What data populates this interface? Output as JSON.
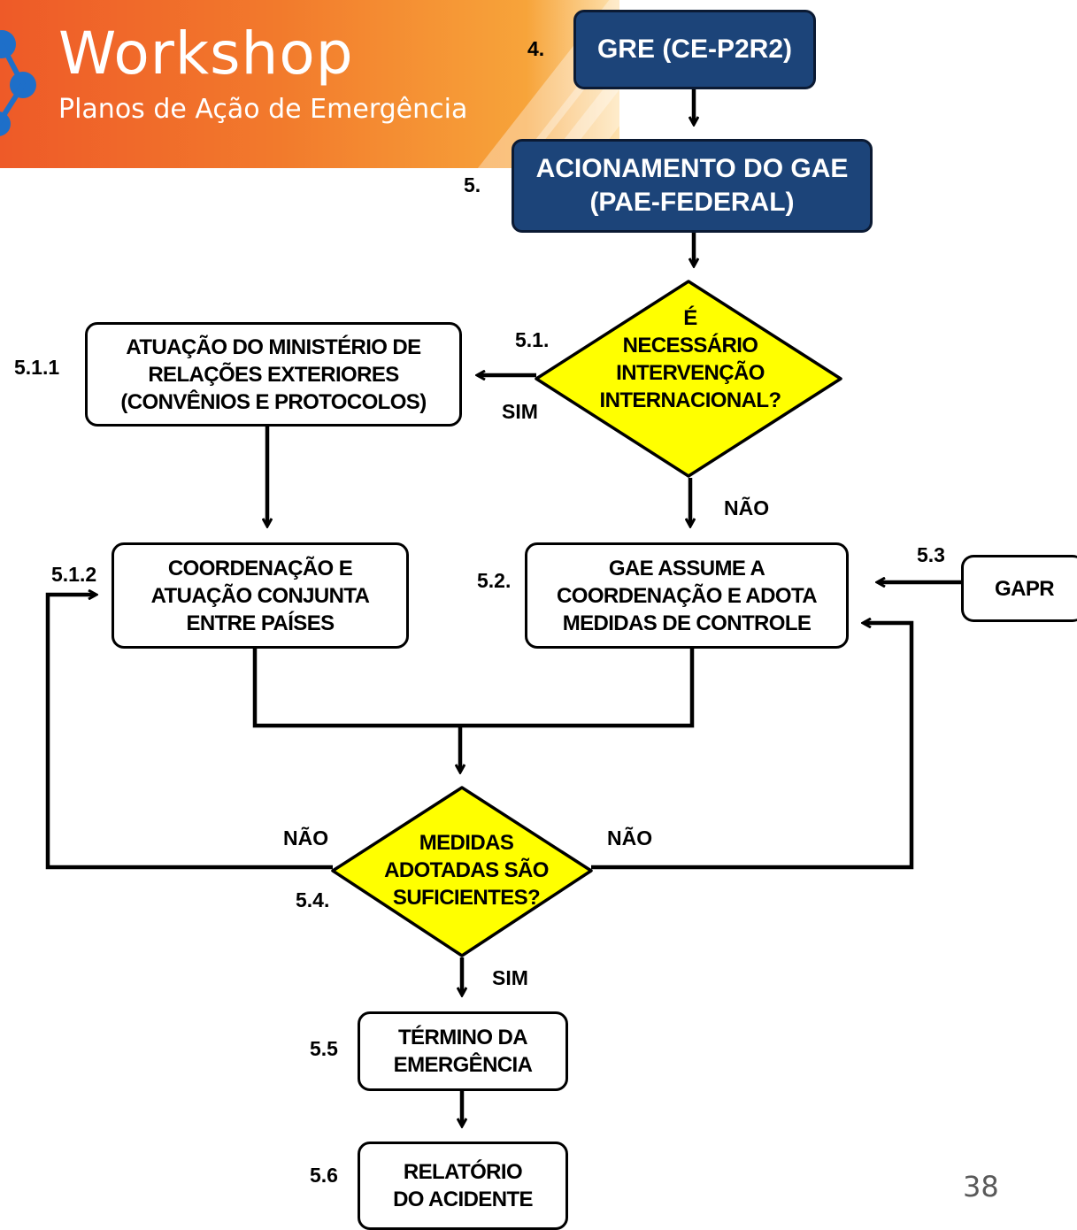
{
  "banner": {
    "title": "Workshop",
    "subtitle": "Planos de Ação de Emergência",
    "colors": {
      "start": "#ee5a28",
      "end": "#f7a43a"
    }
  },
  "nodes": {
    "gre": {
      "number": "4.",
      "text": "GRE (CE-P2R2)"
    },
    "acionamento": {
      "number": "5.",
      "text": "ACIONAMENTO DO GAE\n(PAE-FEDERAL)"
    },
    "decisao_internacional": {
      "number": "5.1.",
      "text": "É\nNECESSÁRIO\nINTERVENÇÃO\nINTERNACIONAL?"
    },
    "ministerio": {
      "number": "5.1.1",
      "text": "ATUAÇÃO DO MINISTÉRIO DE\nRELAÇÕES EXTERIORES\n(CONVÊNIOS E PROTOCOLOS)"
    },
    "coordenacao_paises": {
      "number": "5.1.2",
      "text": "COORDENAÇÃO E\nATUAÇÃO CONJUNTA\nENTRE PAÍSES"
    },
    "gae_assume": {
      "number": "5.2.",
      "text": "GAE ASSUME A\nCOORDENAÇÃO E  ADOTA\nMEDIDAS DE CONTROLE"
    },
    "gapr": {
      "number": "5.3",
      "text": "GAPR"
    },
    "decisao_medidas": {
      "number": "5.4.",
      "text": "MEDIDAS\nADOTADAS SÃO\nSUFICIENTES?"
    },
    "termino": {
      "number": "5.5",
      "text": "TÉRMINO DA\nEMERGÊNCIA"
    },
    "relatorio": {
      "number": "5.6",
      "text": "RELATÓRIO\nDO ACIDENTE"
    }
  },
  "edge_labels": {
    "sim_internacional": "SIM",
    "nao_internacional": "NÃO",
    "nao_left": "NÃO",
    "nao_right": "NÃO",
    "sim_medidas": "SIM"
  },
  "page_number": "38",
  "colors": {
    "blue_box": "#1c4479",
    "diamond_fill": "#ffff00",
    "line": "#000000"
  }
}
